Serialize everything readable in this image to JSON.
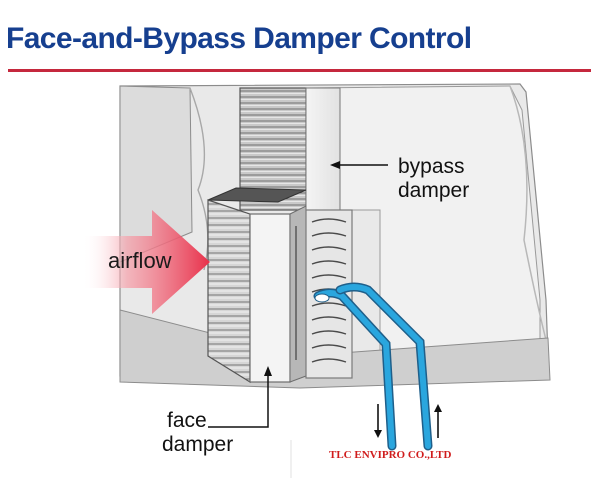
{
  "title": "Face-and-Bypass Damper Control",
  "labels": {
    "bypass_line1": "bypass",
    "bypass_line2": "damper",
    "face_line1": "face",
    "face_line2": "damper",
    "airflow": "airflow"
  },
  "watermark": "TLC ENVIPRO CO.,LTD",
  "colors": {
    "title": "#163f8f",
    "rule": "#c5283d",
    "airflow_arrow": "#e8304a",
    "pipe": "#2aa6de",
    "watermark": "#d01c1c"
  }
}
